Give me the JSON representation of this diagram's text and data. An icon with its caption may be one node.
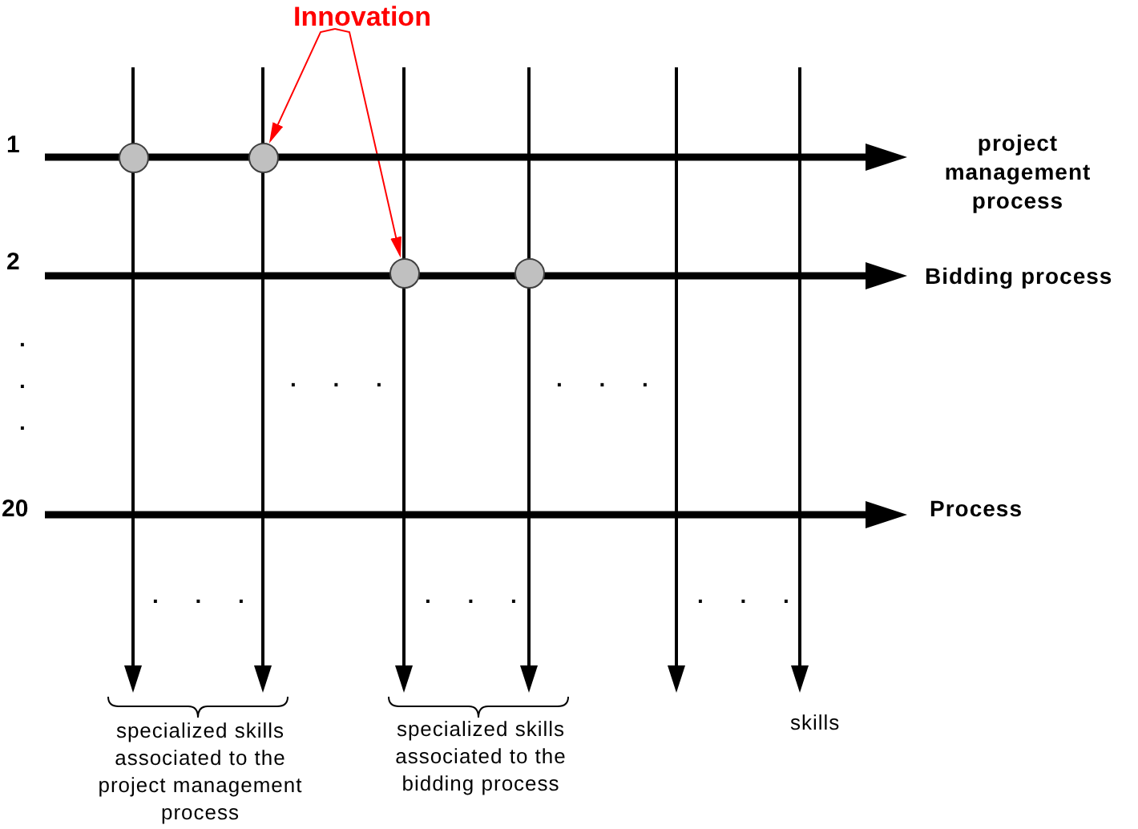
{
  "diagram": {
    "nodes": [
      {
        "text": [
          "Innovation"
        ]
      },
      {
        "text": [],
        "shape": "circle"
      },
      {
        "text": [],
        "shape": "circle"
      },
      {
        "text": [
          "project management process"
        ]
      },
      {
        "text": [],
        "shape": "circle"
      },
      {
        "text": [],
        "shape": "circle"
      },
      {
        "text": [
          "Bidding process"
        ]
      },
      {
        "text": [
          "Process"
        ]
      },
      {
        "text": [],
        "shape": "brace",
        "beside": [
          "specialized skills associated to the project management process"
        ]
      },
      {
        "text": [],
        "shape": "brace",
        "beside": [
          "specialized skills associated to the bidding process"
        ]
      },
      {
        "text": [
          "skills"
        ]
      }
    ],
    "edges": [
      {
        "from": 0,
        "to": 2,
        "arrow": "to",
        "color": "#ff0000"
      },
      {
        "from": 0,
        "to": 4,
        "arrow": "to",
        "color": "#ff0000"
      },
      {
        "from": null,
        "to": 3,
        "arrow": "to",
        "style": "thick"
      },
      {
        "from": null,
        "to": 6,
        "arrow": "to",
        "style": "thick"
      },
      {
        "from": null,
        "to": 7,
        "arrow": "to",
        "style": "thick"
      },
      {
        "from": null,
        "to": 8,
        "arrow": "to"
      },
      {
        "from": null,
        "to": 8,
        "arrow": "to"
      },
      {
        "from": null,
        "to": 9,
        "arrow": "to"
      },
      {
        "from": null,
        "to": 9,
        "arrow": "to"
      },
      {
        "from": null,
        "to": 10,
        "arrow": "to"
      }
    ],
    "labels": [
      "1",
      "2",
      ". . .",
      ". . .",
      ". . .",
      "20",
      ". . .",
      ". . .",
      ". . ."
    ]
  }
}
